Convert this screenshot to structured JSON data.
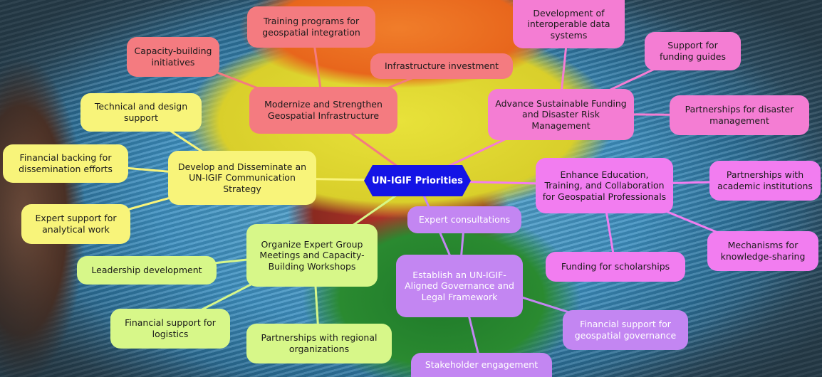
{
  "center": "UN-IGIF Priorities",
  "branches": {
    "infrastructure": {
      "title": "Modernize and Strengthen Geospatial Infrastructure",
      "items": [
        "Training programs for geospatial integration",
        "Capacity-building initiatives",
        "Infrastructure investment"
      ]
    },
    "funding": {
      "title": "Advance Sustainable Funding and Disaster Risk Management",
      "items": [
        "Development of interoperable data systems",
        "Support for funding guides",
        "Partnerships for disaster management"
      ]
    },
    "education": {
      "title": "Enhance Education, Training, and Collaboration for Geospatial Professionals",
      "items": [
        "Partnerships with academic institutions",
        "Mechanisms for knowledge-sharing",
        "Funding for scholarships"
      ]
    },
    "governance": {
      "title": "Establish an UN-IGIF-Aligned Governance and Legal Framework",
      "items": [
        "Expert consultations",
        "Financial support for geospatial governance",
        "Stakeholder engagement"
      ]
    },
    "experts": {
      "title": "Organize Expert Group Meetings and Capacity-Building Workshops",
      "items": [
        "Leadership development",
        "Financial support for logistics",
        "Partnerships with regional organizations"
      ]
    },
    "communication": {
      "title": "Develop and Disseminate an UN-IGIF Communication Strategy",
      "items": [
        "Technical and design support",
        "Financial backing for dissemination efforts",
        "Expert support for analytical work"
      ]
    }
  }
}
